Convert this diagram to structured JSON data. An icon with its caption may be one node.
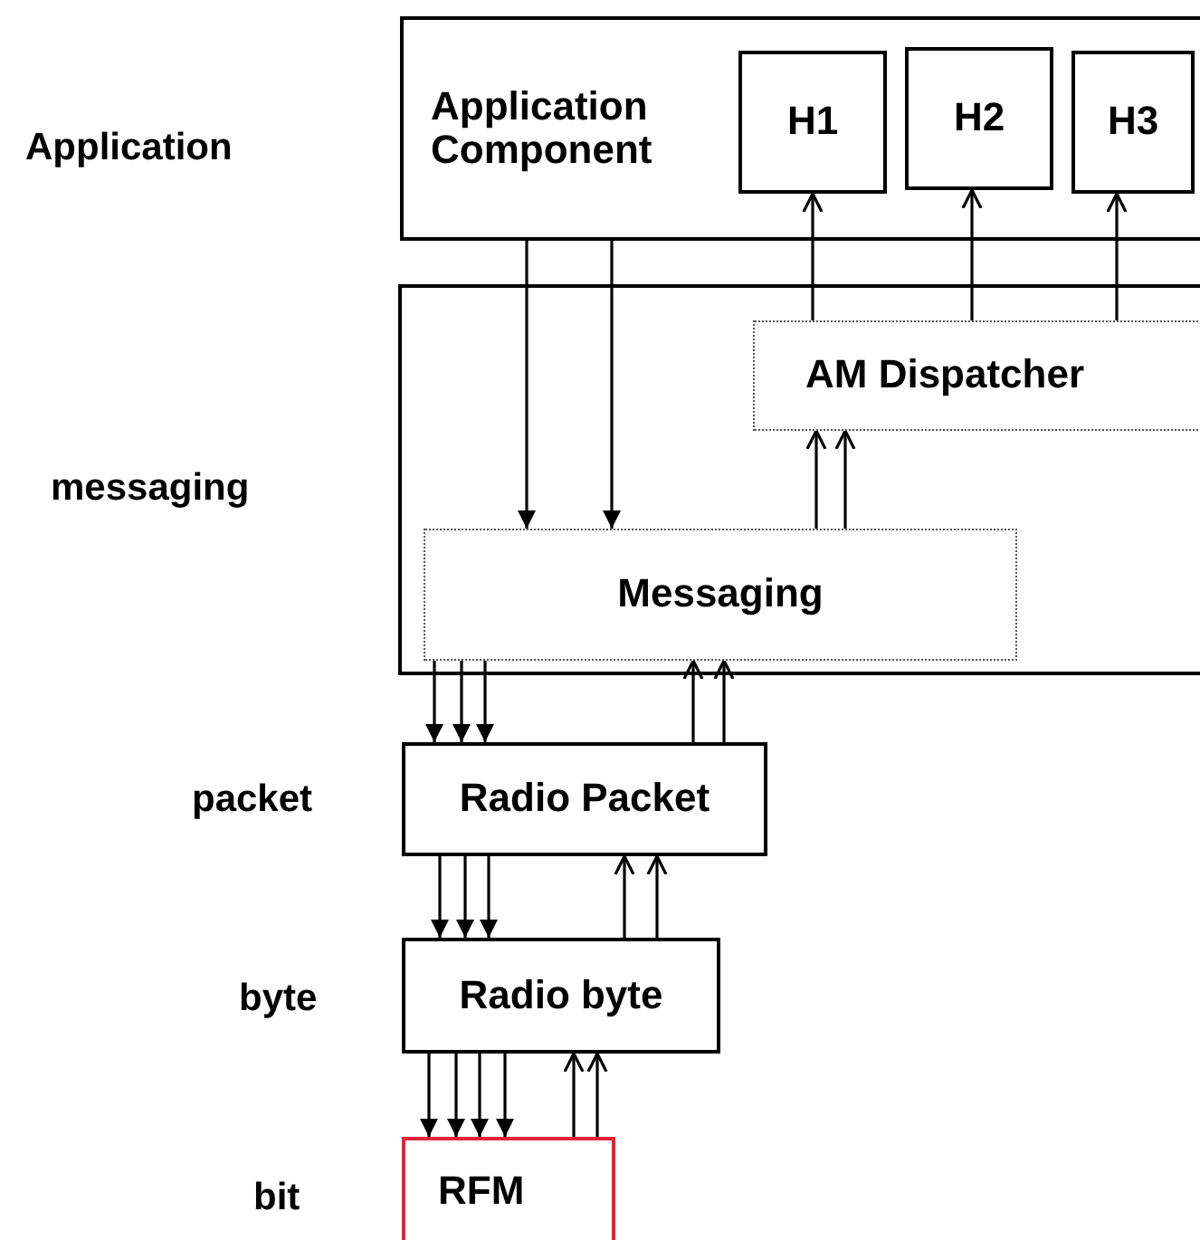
{
  "diagram": {
    "nodes": [
      {
        "text": [
          "Application Component"
        ]
      },
      {
        "text": [
          "H1"
        ],
        "in": 0
      },
      {
        "text": [
          "H2"
        ],
        "in": 0
      },
      {
        "text": [
          "H3"
        ],
        "in": 0
      },
      {
        "text": [],
        "shape": "box"
      },
      {
        "text": [
          "AM Dispatcher"
        ],
        "in": 4
      },
      {
        "text": [
          "Messaging"
        ],
        "in": 4
      },
      {
        "text": [
          "Radio Packet"
        ]
      },
      {
        "text": [
          "Radio byte"
        ]
      },
      {
        "text": [
          "RFM"
        ]
      }
    ],
    "edges": [
      {
        "from": 0,
        "to": 6,
        "arrow": "to"
      },
      {
        "from": 0,
        "to": 6,
        "arrow": "to"
      },
      {
        "from": 5,
        "to": 1,
        "arrow": "to"
      },
      {
        "from": 5,
        "to": 2,
        "arrow": "to"
      },
      {
        "from": 5,
        "to": 3,
        "arrow": "to"
      },
      {
        "from": 6,
        "to": 5,
        "arrow": "to"
      },
      {
        "from": 6,
        "to": 5,
        "arrow": "to"
      },
      {
        "from": 6,
        "to": 7,
        "arrow": "to"
      },
      {
        "from": 6,
        "to": 7,
        "arrow": "to"
      },
      {
        "from": 6,
        "to": 7,
        "arrow": "to"
      },
      {
        "from": 7,
        "to": 6,
        "arrow": "to"
      },
      {
        "from": 7,
        "to": 6,
        "arrow": "to"
      },
      {
        "from": 7,
        "to": 8,
        "arrow": "to"
      },
      {
        "from": 7,
        "to": 8,
        "arrow": "to"
      },
      {
        "from": 7,
        "to": 8,
        "arrow": "to"
      },
      {
        "from": 8,
        "to": 7,
        "arrow": "to"
      },
      {
        "from": 8,
        "to": 7,
        "arrow": "to"
      },
      {
        "from": 8,
        "to": 9,
        "arrow": "to"
      },
      {
        "from": 8,
        "to": 9,
        "arrow": "to"
      },
      {
        "from": 8,
        "to": 9,
        "arrow": "to"
      },
      {
        "from": 8,
        "to": 9,
        "arrow": "to"
      },
      {
        "from": 9,
        "to": 8,
        "arrow": "to"
      },
      {
        "from": 9,
        "to": 8,
        "arrow": "to"
      }
    ],
    "labels": [
      "Application",
      "messaging",
      "packet",
      "byte",
      "bit"
    ]
  }
}
